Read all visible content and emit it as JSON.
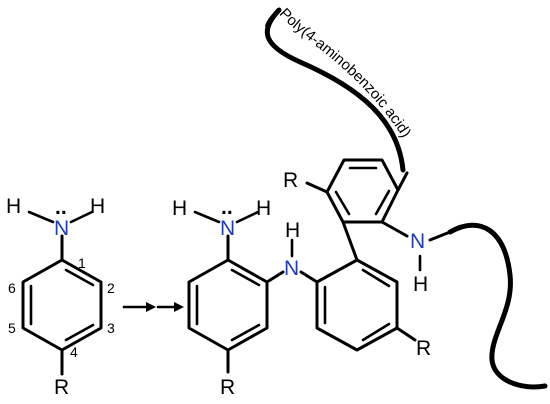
{
  "monomer": {
    "h_left": "H",
    "h_right": "H",
    "nitrogen": "N",
    "lone_pair": "..",
    "ring_numbers": [
      "1",
      "2",
      "3",
      "4",
      "5",
      "6"
    ],
    "substituent": "R"
  },
  "reaction_arrow": "two-step arrow",
  "product": {
    "h_left": "H",
    "h_right": "H",
    "nitrogen_amine": "N",
    "lone_pair": "..",
    "bridge_h": "H",
    "bridge_n": "N",
    "substituent_bottom_left": "R",
    "substituent_bottom_right": "R",
    "substituent_top_left": "R",
    "chain_n": "N",
    "chain_h": "H",
    "polymer_label": "Poly(4-aminobenzoic acid)"
  }
}
